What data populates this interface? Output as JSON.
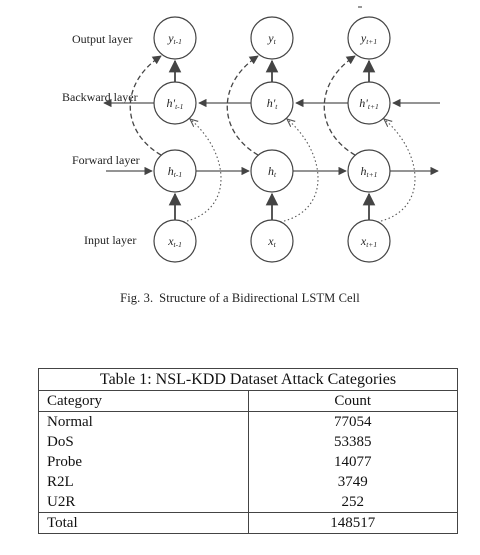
{
  "figure": {
    "layers": {
      "output": "Output layer",
      "backward": "Backward layer",
      "forward": "Forward layer",
      "input": "Input layer"
    },
    "columns": [
      {
        "y": "y",
        "y_sub": "t-1",
        "hb": "h'",
        "hb_sub": "t-1",
        "hf": "h",
        "hf_sub": "t-1",
        "x": "x",
        "x_sub": "t-1"
      },
      {
        "y": "y",
        "y_sub": "t",
        "hb": "h'",
        "hb_sub": "t",
        "hf": "h",
        "hf_sub": "t",
        "x": "x",
        "x_sub": "t"
      },
      {
        "y": "y",
        "y_sub": "t+1",
        "hb": "h'",
        "hb_sub": "t+1",
        "hf": "h",
        "hf_sub": "t+1",
        "x": "x",
        "x_sub": "t+1"
      }
    ],
    "caption_label": "Fig. 3.",
    "caption_text": "Structure of a Bidirectional LSTM Cell"
  },
  "table": {
    "title": "Table 1: NSL-KDD Dataset Attack Categories",
    "headers": [
      "Category",
      "Count"
    ],
    "rows": [
      [
        "Normal",
        "77054"
      ],
      [
        "DoS",
        "53385"
      ],
      [
        "Probe",
        "14077"
      ],
      [
        "R2L",
        "3749"
      ],
      [
        "U2R",
        "252"
      ]
    ],
    "total": [
      "Total",
      "148517"
    ]
  }
}
